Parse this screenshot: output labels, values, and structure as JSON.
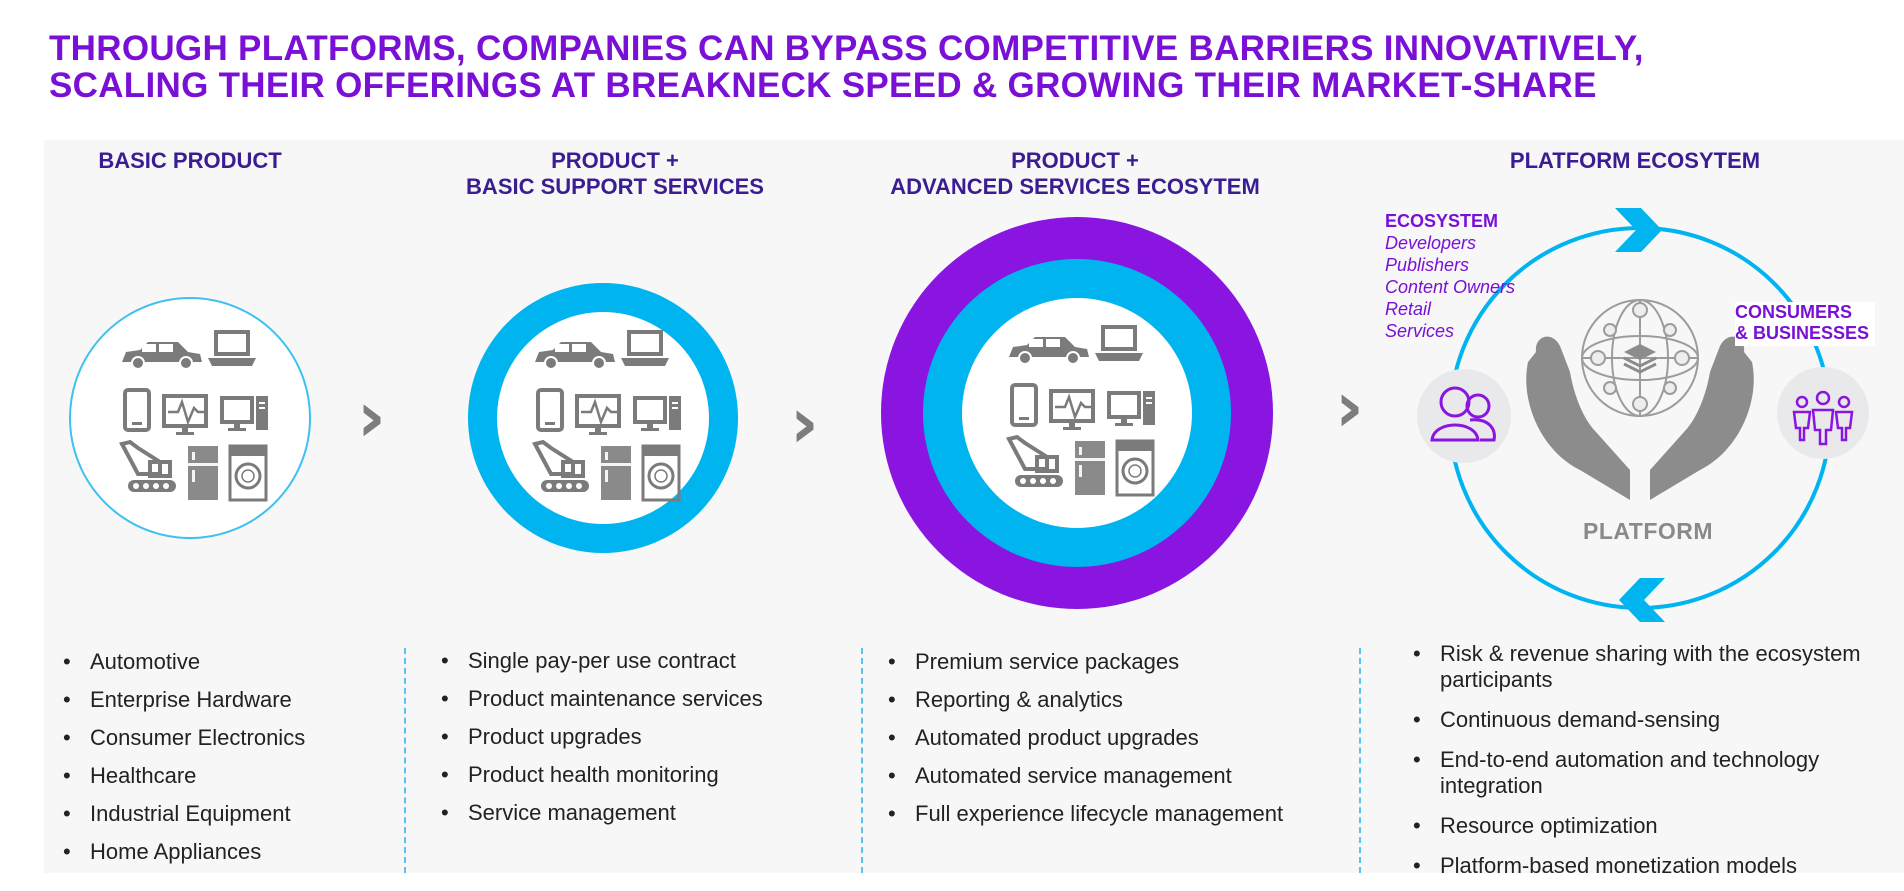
{
  "headline": {
    "line1": "Through platforms, companies can bypass competitive barriers innovatively,",
    "line2": "scaling their offerings at breakneck speed & growing their market-share"
  },
  "columns": [
    {
      "title_lines": [
        "BASIC PRODUCT"
      ],
      "bullets": [
        "Automotive",
        "Enterprise Hardware",
        "Consumer Electronics",
        "Healthcare",
        "Industrial Equipment",
        "Home Appliances"
      ]
    },
    {
      "title_lines": [
        "PRODUCT +",
        "BASIC SUPPORT SERVICES"
      ],
      "bullets": [
        "Single pay-per use contract",
        "Product maintenance services",
        "Product upgrades",
        "Product health monitoring",
        "Service management"
      ]
    },
    {
      "title_lines": [
        "PRODUCT +",
        "ADVANCED SERVICES ECOSYTEM"
      ],
      "bullets": [
        "Premium service packages",
        "Reporting & analytics",
        "Automated product upgrades",
        "Automated service management",
        "Full experience lifecycle management"
      ]
    },
    {
      "title_lines": [
        "PLATFORM ECOSYTEM"
      ],
      "bullets": [
        "Risk & revenue sharing with the ecosystem participants",
        "Continuous demand-sensing",
        "End-to-end automation and technology integration",
        "Resource optimization",
        "Platform-based monetization models"
      ]
    }
  ],
  "ecosystem": {
    "heading": "ECOSYSTEM",
    "items": [
      "Developers",
      "Publishers",
      "Content Owners",
      "Retail",
      "Services"
    ]
  },
  "consumers_label": [
    "CONSUMERS",
    "& BUSINESSES"
  ],
  "platform_label": "PLATFORM",
  "colors": {
    "purple": "#7a10d6",
    "navy_title": "#3b1d91",
    "cyan": "#00b4f0",
    "ring_purple": "#8a14e0",
    "gray_icon": "#7b7b7b"
  }
}
